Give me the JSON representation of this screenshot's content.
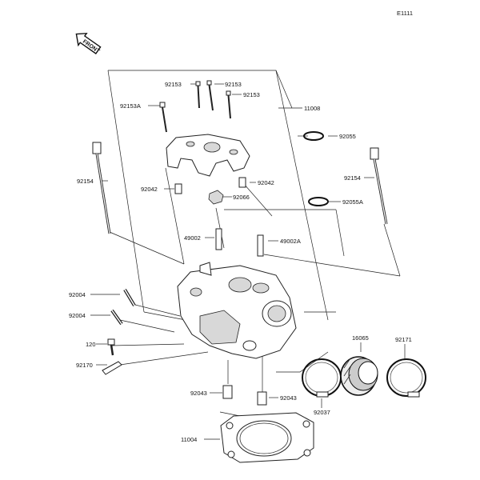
{
  "diagram_id": "E1111",
  "front_label": "FRONT",
  "parts": {
    "p92153_left": "92153",
    "p92153_right": "92153",
    "p92153_lower": "92153",
    "p92153A": "92153A",
    "p11008": "11008",
    "p92055": "92055",
    "p92154_left": "92154",
    "p92154_right": "92154",
    "p92042_left": "92042",
    "p92042_right": "92042",
    "p92066": "92066",
    "p92055A": "92055A",
    "p49002": "49002",
    "p49002A": "49002A",
    "p92004_a": "92004",
    "p92004_b": "92004",
    "p120": "120",
    "p92170": "92170",
    "p16065": "16065",
    "p92171": "92171",
    "p92043_left": "92043",
    "p92043_right": "92043",
    "p92037": "92037",
    "p11004": "11004"
  }
}
